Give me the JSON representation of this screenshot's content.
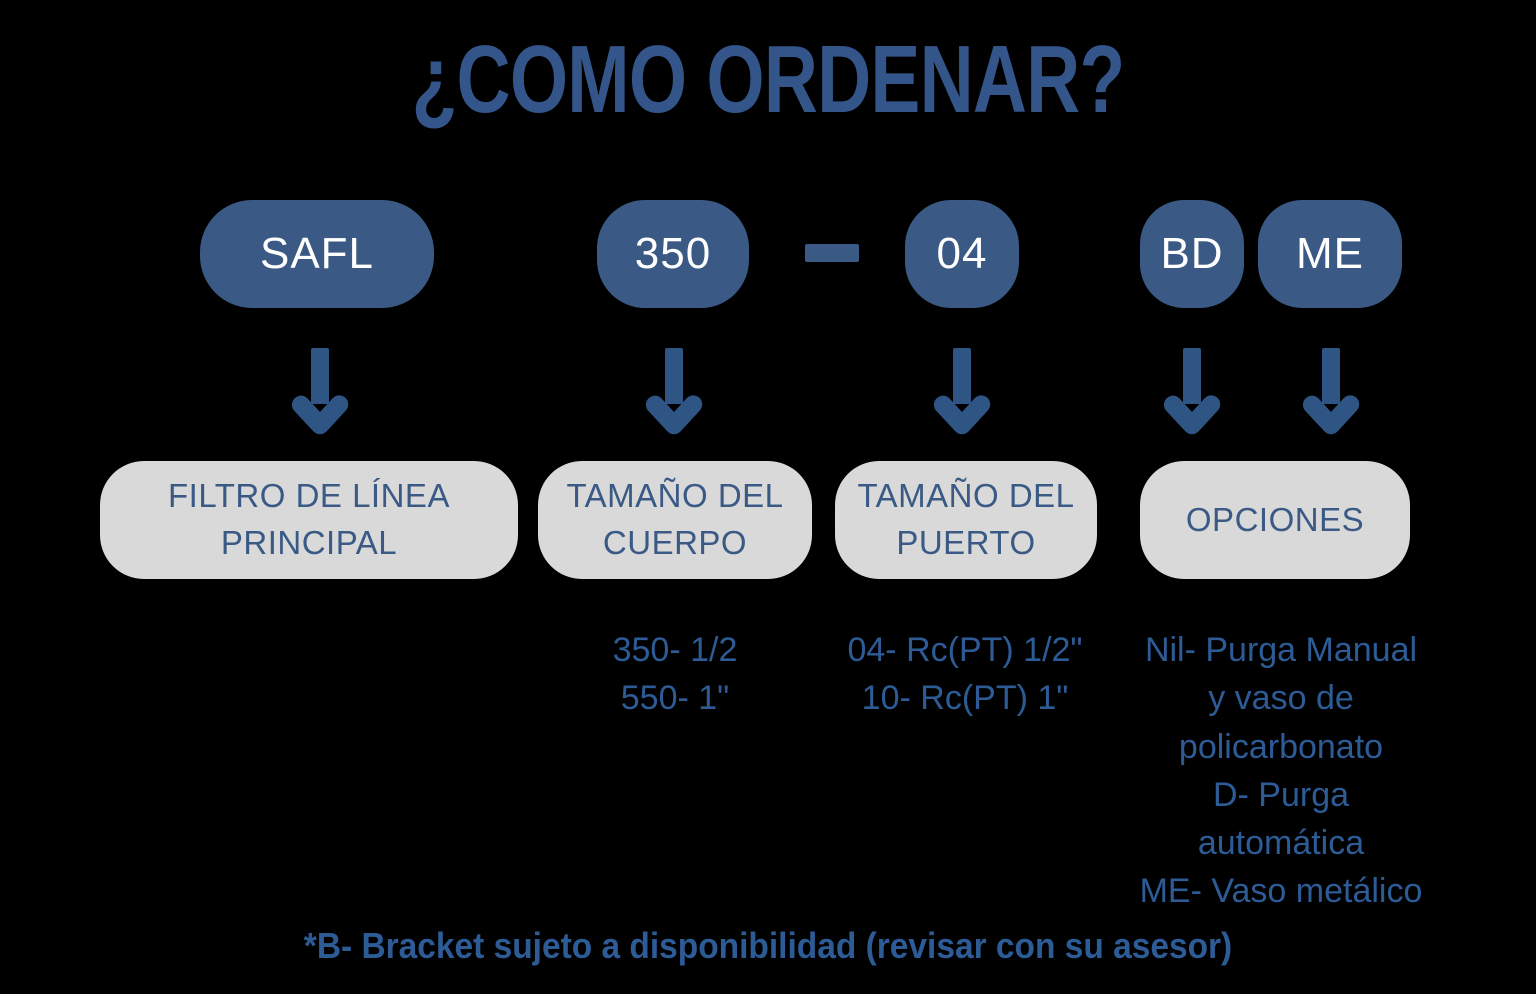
{
  "title": "¿COMO ORDENAR?",
  "colors": {
    "background": "#000000",
    "pill_blue": "#3A5A85",
    "arrow_blue": "#2F5584",
    "title_blue": "#33558A",
    "box_gray": "#D9D9D9",
    "label_blue": "#3A5A85",
    "detail_blue": "#2D5B96",
    "pill_text": "#FFFFFF"
  },
  "code_pills": [
    {
      "id": "safl",
      "label": "SAFL"
    },
    {
      "id": "350",
      "label": "350"
    },
    {
      "id": "04",
      "label": "04"
    },
    {
      "id": "bd",
      "label": "BD"
    },
    {
      "id": "me",
      "label": "ME"
    }
  ],
  "separator": "—",
  "arrows": [
    {
      "id": "arrow-1",
      "icon": "down-arrow-icon"
    },
    {
      "id": "arrow-2",
      "icon": "down-arrow-icon"
    },
    {
      "id": "arrow-3",
      "icon": "down-arrow-icon"
    },
    {
      "id": "arrow-4",
      "icon": "down-arrow-icon"
    },
    {
      "id": "arrow-5",
      "icon": "down-arrow-icon"
    }
  ],
  "category_boxes": [
    {
      "id": "filtro",
      "label": "FILTRO DE LÍNEA PRINCIPAL"
    },
    {
      "id": "cuerpo",
      "label": "TAMAÑO DEL CUERPO"
    },
    {
      "id": "puerto",
      "label": "TAMAÑO DEL PUERTO"
    },
    {
      "id": "opciones",
      "label": "OPCIONES"
    }
  ],
  "details": {
    "body_size": "350- 1/2\n550- 1\"",
    "port_size": "04- Rc(PT) 1/2\"\n10- Rc(PT) 1\"",
    "options": "Nil- Purga Manual\ny vaso de\npolicarbonato\nD- Purga\nautomática\nME- Vaso metálico"
  },
  "footnote": "*B- Bracket sujeto a disponibilidad (revisar con su asesor)"
}
